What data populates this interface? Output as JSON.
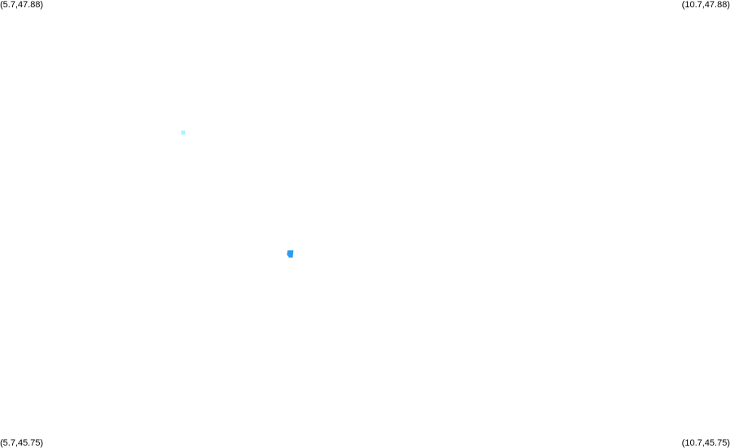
{
  "corners": {
    "top_left": "(5.7,47.88)",
    "top_right": "(10.7,47.88)",
    "bottom_left": "(5.7,45.75)",
    "bottom_right": "(10.7,45.75)"
  },
  "bounds": {
    "lon_min": 5.7,
    "lon_max": 10.7,
    "lat_min": 45.75,
    "lat_max": 47.88
  },
  "features": [
    {
      "kind": "point",
      "lon": 6.955,
      "lat": 47.25,
      "color": "#a6f6ff"
    },
    {
      "kind": "area",
      "color": "#2e9df0",
      "polygon": [
        [
          7.67,
          46.69
        ],
        [
          7.71,
          46.69
        ],
        [
          7.705,
          46.655
        ],
        [
          7.68,
          46.655
        ],
        [
          7.665,
          46.67
        ]
      ]
    }
  ]
}
